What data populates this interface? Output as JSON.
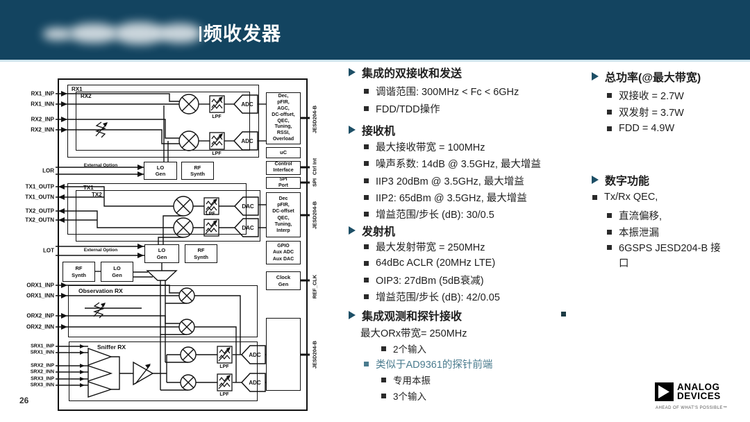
{
  "header": {
    "title_visible": "频收发器"
  },
  "footer": {
    "page_number": "26"
  },
  "logo": {
    "name": "ANALOG\nDEVICES",
    "tagline": "AHEAD OF WHAT'S POSSIBLE™"
  },
  "diagram": {
    "pins": {
      "rx1_inp": "RX1_INP",
      "rx1_inn": "RX1_INN",
      "rx2_inp": "RX2_INP",
      "rx2_inn": "RX2_INN",
      "lor": "LOR",
      "tx1_outp": "TX1_OUTP",
      "tx1_outn": "TX1_OUTN",
      "tx2_outp": "TX2_OUTP",
      "tx2_outn": "TX2_OUTN",
      "lot": "LOT",
      "orx1_inp": "ORX1_INP",
      "orx1_inn": "ORX1_INN",
      "orx2_inp": "ORX2_INP",
      "orx2_inn": "ORX2_INN",
      "srx1_inp": "SRX1_INP",
      "srx1_inn": "SRX1_INN",
      "srx2_inp": "SRX2_INP",
      "srx2_inn": "SRX2_INN",
      "srx3_inp": "SRX3_INP",
      "srx3_inn": "SRX3_INN"
    },
    "blocks": {
      "rx1": "RX1",
      "rx2": "RX2",
      "tx1": "TX1",
      "tx2": "TX2",
      "lo_gen": "LO\nGen",
      "rf_synth": "RF\nSynth",
      "dec_rx": "Dec,\npFIR,\nAGC,\nDC-offset,\nQEC,\nTuning,\nRSSI,\nOverload",
      "uc": "uC",
      "control_interface": "Control\nInterface",
      "spi_port": "SPI\nPort",
      "dec_tx": "Dec\npFIR,\nDC-offset\nQEC,\nTuning,\nInterp",
      "gpio": "GPIO\nAux ADC\nAux DAC",
      "clock_gen": "Clock\nGen",
      "observation_rx": "Observation RX",
      "sniffer_rx": "Sniffer RX",
      "adc": "ADC",
      "dac": "DAC",
      "lpf": "LPF",
      "external_option": "External Option"
    },
    "ports": {
      "jesd": "JESD204-B",
      "ctrl_int": "Ctrl Int",
      "spi": "SPI",
      "ref_clk": "REF_CLK"
    }
  },
  "features": {
    "col1": {
      "s1": {
        "title": "集成的双接收和发送",
        "i1": "调谐范围: 300MHz < Fc < 6GHz",
        "i2": "FDD/TDD操作"
      },
      "s2": {
        "title": "接收机",
        "i1": "最大接收带宽 = 100MHz",
        "i2": "噪声系数: 14dB @ 3.5GHz, 最大增益",
        "i3": "IIP3 20dBm @ 3.5GHz, 最大增益",
        "i4": "IIP2: 65dBm @ 3.5GHz, 最大增益",
        "i5": "增益范围/步长 (dB): 30/0.5"
      },
      "s3": {
        "title": "发射机",
        "i1": "最大发射带宽 = 250MHz",
        "i2": "64dBc ACLR (20MHz LTE)",
        "i3": "OIP3: 27dBm (5dB衰减)",
        "i4": "增益范围/步长 (dB): 42/0.05"
      },
      "s4": {
        "title": "集成观测和探针接收",
        "subtitle": "最大ORx带宽= 250MHz",
        "i1": "2个输入",
        "i2": "类似于AD9361的探针前端",
        "i3": "专用本振",
        "i4": "3个输入"
      }
    },
    "col2": {
      "s1": {
        "title": "总功率(@最大带宽)",
        "i1": "双接收 = 2.7W",
        "i2": "双发射 = 3.7W",
        "i3": "FDD = 4.9W"
      },
      "s2": {
        "title": "数字功能",
        "lead": "Tx/Rx QEC,",
        "i1": "直流偏移,",
        "i2": "本振泄漏",
        "i3": "6GSPS JESD204-B 接口"
      }
    }
  }
}
